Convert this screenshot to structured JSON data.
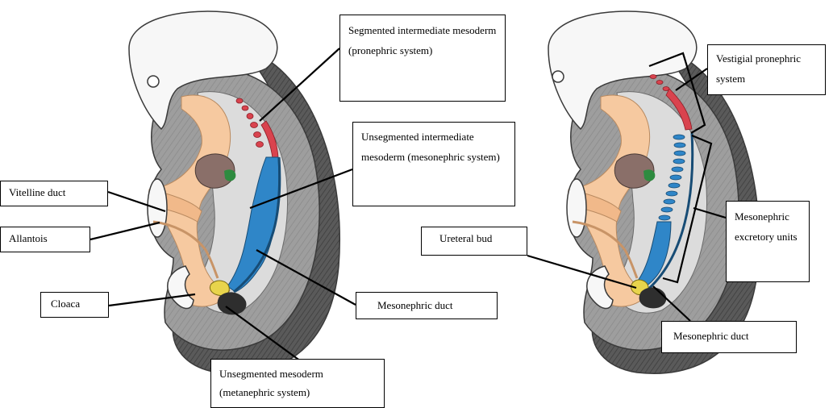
{
  "labels": {
    "segmented_intermediate_mesoderm": "Segmented intermediate mesoderm (pronephric system)",
    "unsegmented_intermediate_mesoderm": "Unsegmented intermediate mesoderm (mesonephric system)",
    "vitelline_duct": "Vitelline duct",
    "allantois": "Allantois",
    "cloaca": "Cloaca",
    "mesonephric_duct_left": "Mesonephric duct",
    "unsegmented_mesoderm": "Unsegmented  mesoderm (metanephric system)",
    "vestigial_pronephric_system": "Vestigial pronephric system",
    "ureteral_bud": "Ureteral bud",
    "mesonephric_excretory_units": "Mesonephric excretory units",
    "mesonephric_duct_right": "Mesonephric duct"
  },
  "colors": {
    "outline": "#3a3a3a",
    "head_fill": "#f7f7f7",
    "body_grey": "#9d9d9d",
    "body_dark": "#555555",
    "inner_light": "#d9d9d9",
    "gut_tube": "#f6c9a0",
    "liver": "#8a6f69",
    "green": "#2e8b3f",
    "pronephric_red": "#d9434e",
    "mesonephric_blue": "#2f86c8",
    "cloaca_yellow": "#e8d44c",
    "metanephric_dark": "#2e2e2e"
  }
}
